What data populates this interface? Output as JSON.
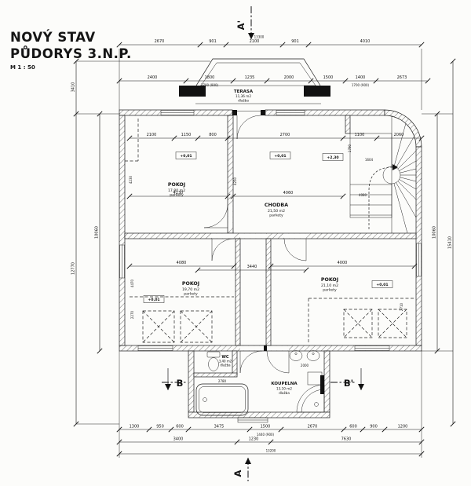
{
  "title": {
    "line1": "NOVÝ STAV",
    "line2": "PŮDORYS 3.N.P.",
    "scale": "M 1 : 50"
  },
  "section_markers": {
    "top": "A'",
    "bottom": "A",
    "left": "B",
    "right": "B'"
  },
  "rooms": {
    "terasa": {
      "name": "TERASA",
      "area": "11,36 m2",
      "floor": "dlažba"
    },
    "pokoj_nw": {
      "name": "POKOJ",
      "area": "17,80 m2",
      "floor": "parkety"
    },
    "chodba": {
      "name": "CHODBA",
      "area": "21,50 m2",
      "floor": "parkety"
    },
    "pokoj_sw": {
      "name": "POKOJ",
      "area": "19,70 m2",
      "floor": "parkety"
    },
    "pokoj_se": {
      "name": "POKOJ",
      "area": "21,10 m2",
      "floor": "parkety"
    },
    "wc": {
      "name": "WC",
      "area": "3,40 m2",
      "floor": "dlažba"
    },
    "koupelna": {
      "name": "KOUPELNA",
      "area": "13,10 m2",
      "floor": "dlažba"
    }
  },
  "levels": {
    "nw": "+0,01",
    "chodba": "+0,01",
    "stair": "+2,30",
    "sw": "+0,01",
    "se": "+0,01"
  },
  "dims": {
    "top1": [
      "2670",
      "901",
      "2100",
      "901",
      "4010"
    ],
    "top1_total": "13300",
    "top2": [
      "2400",
      "1800",
      "1235",
      "2000",
      "1500",
      "1400",
      "2673"
    ],
    "top2_sub": "1700 (900)",
    "bottom1": [
      "1300",
      "950",
      "600",
      "3475",
      "1500",
      "2670",
      "600",
      "900",
      "1200"
    ],
    "bottom1_sub": "1440 (900)",
    "bottom2": [
      "3400",
      "1230",
      "7630"
    ],
    "bottom_total": "13200",
    "left": {
      "seg1": "3410",
      "seg2": "12770",
      "inner": "10060"
    },
    "right": {
      "inner": "10060",
      "total": "15410"
    },
    "interior": {
      "nw_top": [
        "2100",
        "1150",
        "800"
      ],
      "chodba_top": "2700",
      "stair_top": [
        "1100",
        "2060"
      ],
      "nw_width": "4130",
      "chodba_width": "4060",
      "mid_width": "3440",
      "sw_width": "4080",
      "se_width": "4000",
      "stair_a": "1604",
      "stair_b": "4080",
      "stair_c": "1790",
      "nw_left": "4230",
      "chodba_left": "4250",
      "sw_left_a": "4470",
      "sw_left_b": "2270",
      "se_right": "2710",
      "bath_a": "2780",
      "bath_b": "2000"
    }
  }
}
